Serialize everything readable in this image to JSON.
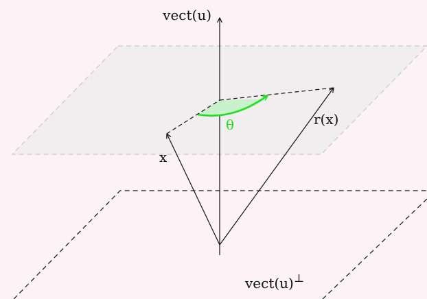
{
  "diagram": {
    "labels": {
      "axis": "vect(u)",
      "orthogonal_plane": "vect(u)",
      "orthogonal_symbol": "⊥",
      "vector_x": "x",
      "vector_rx": "r(x)",
      "angle": "θ"
    },
    "colors": {
      "background": "#fcf3f6",
      "upper_plane_fill": "#f1eef0",
      "upper_plane_edge": "#c8c8c8",
      "ink": "#111111",
      "angle_fill": "#c9f2cc",
      "angle_accent": "#1ee01e"
    }
  }
}
